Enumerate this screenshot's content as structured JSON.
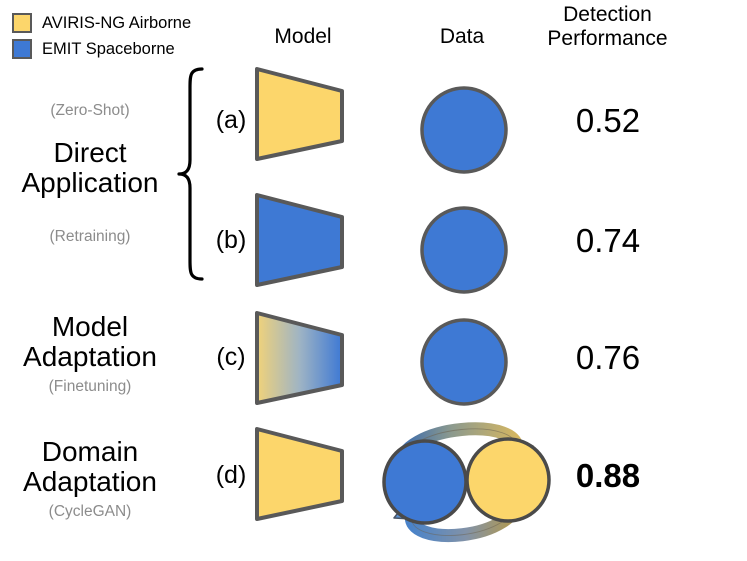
{
  "legend": {
    "items": [
      {
        "label": "AVIRIS-NG Airborne",
        "color": "#FCD66B",
        "icon": "square-swatch-icon"
      },
      {
        "label": "EMIT Spaceborne",
        "color": "#3E79D4",
        "icon": "square-swatch-icon"
      }
    ]
  },
  "headers": {
    "model": "Model",
    "data": "Data",
    "performance": "Detection\nPerformance"
  },
  "groups": {
    "direct_application": {
      "title": "Direct\nApplication",
      "sub_zero_shot": "(Zero-Shot)",
      "sub_retraining": "(Retraining)"
    },
    "model_adaptation": {
      "title": "Model\nAdaptation",
      "sub": "(Finetuning)"
    },
    "domain_adaptation": {
      "title": "Domain\nAdaptation",
      "sub": "(CycleGAN)"
    }
  },
  "rows": [
    {
      "letter": "(a)",
      "model_fill": "#FCD66B",
      "model_kind": "trapezoid-yellow",
      "data_fill": "#3E79D4",
      "data_kind": "circle-blue",
      "performance": "0.52",
      "bold": false
    },
    {
      "letter": "(b)",
      "model_fill": "#3E79D4",
      "model_kind": "trapezoid-blue",
      "data_fill": "#3E79D4",
      "data_kind": "circle-blue",
      "performance": "0.74",
      "bold": false
    },
    {
      "letter": "(c)",
      "model_fill": "gradient",
      "model_kind": "trapezoid-gradient-yellow-blue",
      "data_fill": "#3E79D4",
      "data_kind": "circle-blue",
      "performance": "0.76",
      "bold": false
    },
    {
      "letter": "(d)",
      "model_fill": "#FCD66B",
      "model_kind": "trapezoid-yellow",
      "data_fill": "#3E79D4",
      "data_kind": "cycle-two-circles-arrows",
      "performance": "0.88",
      "bold": true
    }
  ],
  "colors": {
    "yellow": "#FCD66B",
    "blue": "#3E79D4",
    "outline": "#595959",
    "sub_text": "#8c8c8c",
    "arrow_blue": "#3E6FB5",
    "arrow_yellow": "#CBA94A"
  }
}
